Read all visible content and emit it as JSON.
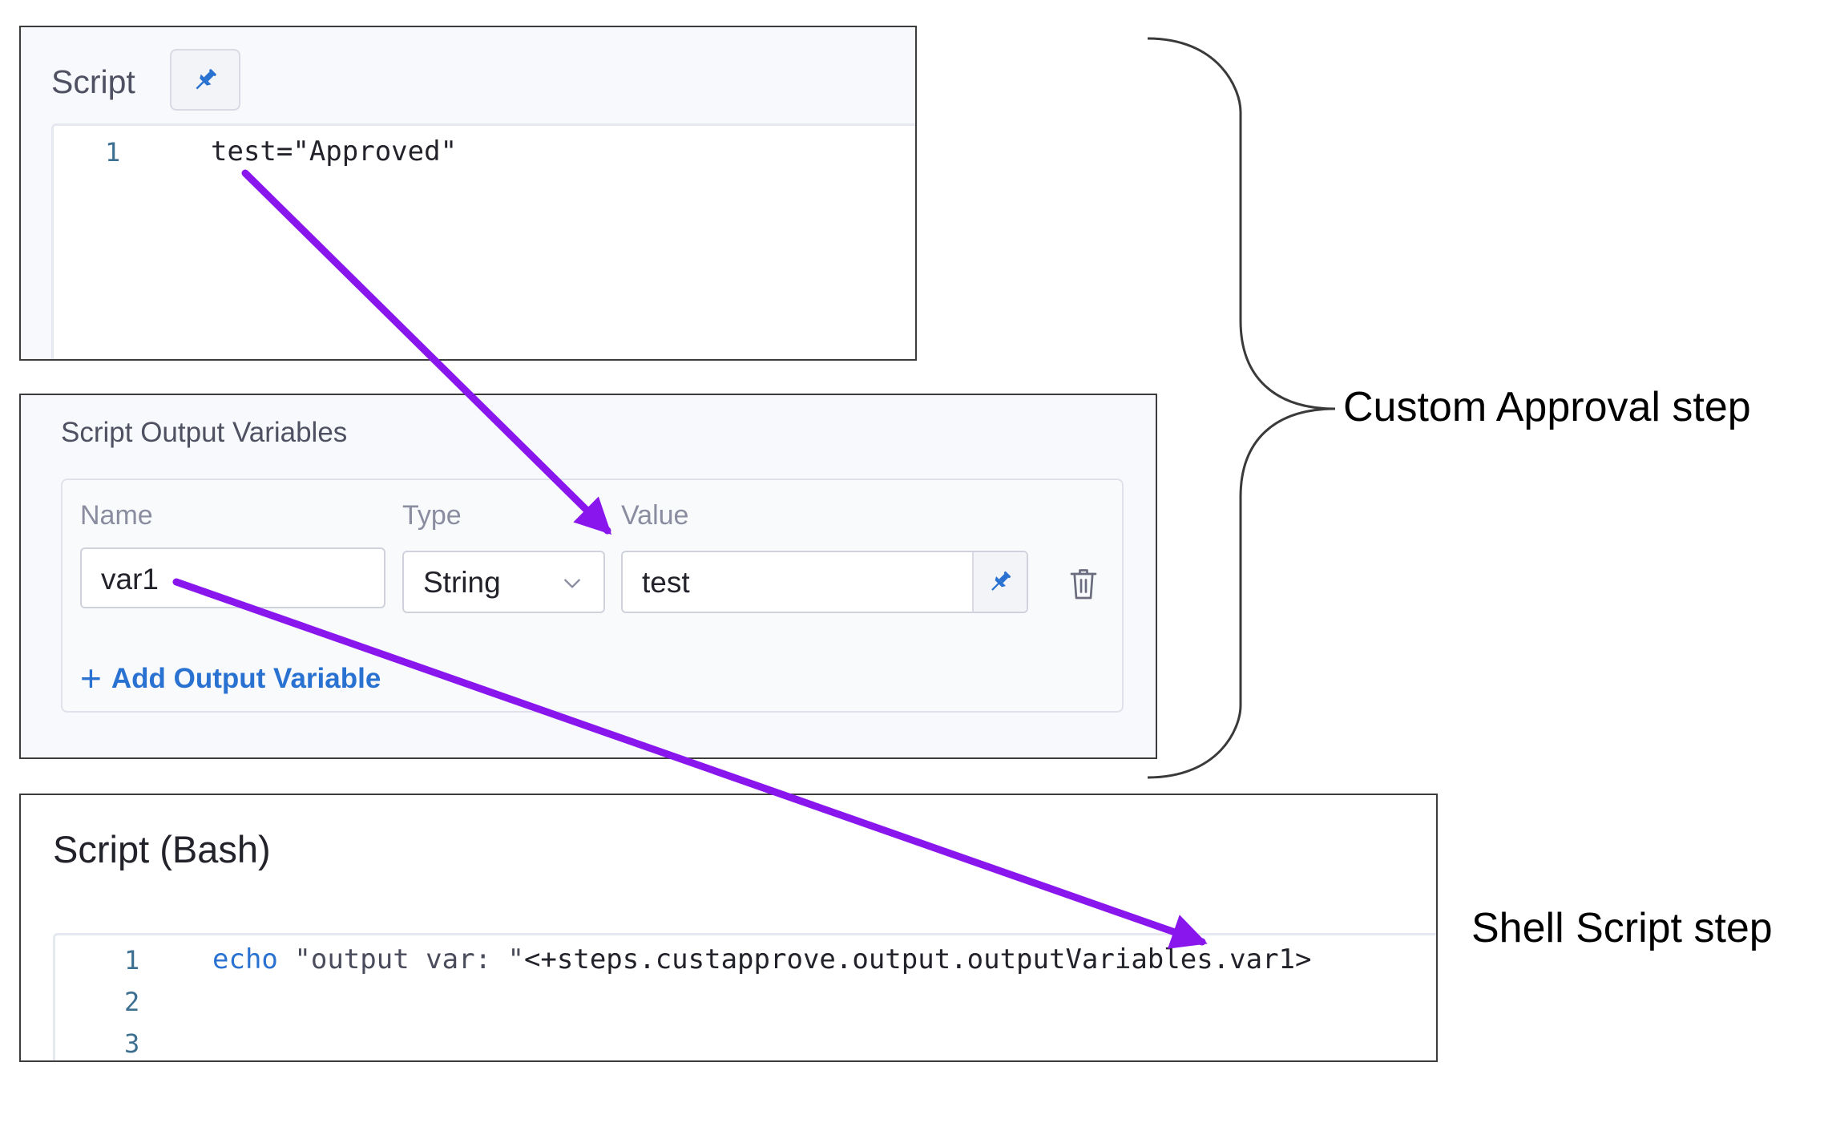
{
  "custom_approval": {
    "script": {
      "title": "Script",
      "pin_icon": "pin-icon",
      "line_numbers": [
        "1"
      ],
      "code": [
        "test=\"Approved\""
      ]
    },
    "output_variables": {
      "title": "Script Output Variables",
      "columns": {
        "name": "Name",
        "type": "Type",
        "value": "Value"
      },
      "rows": [
        {
          "name": "var1",
          "type": "String",
          "value": "test"
        }
      ],
      "add_label": "Add Output Variable",
      "icons": {
        "dropdown": "chevron-down-icon",
        "pin": "pin-icon",
        "delete": "trash-icon",
        "add": "plus-icon"
      }
    }
  },
  "shell_script": {
    "title": "Script (Bash)",
    "line_numbers": [
      "1",
      "2",
      "3"
    ],
    "code": {
      "keyword": "echo",
      "string": "\"output var: \"",
      "expression": "<+steps.custapprove.output.outputVariables.var1>"
    }
  },
  "annotations": {
    "custom_approval_label": "Custom Approval step",
    "shell_script_label": "Shell Script step",
    "arrow_color": "#8a16ee",
    "brace_color": "#3a3a3a"
  },
  "colors": {
    "link_blue": "#2a72d1",
    "keyword_blue": "#2a72d1",
    "line_number": "#3d6f91",
    "panel_bg": "#f7f9fc"
  }
}
